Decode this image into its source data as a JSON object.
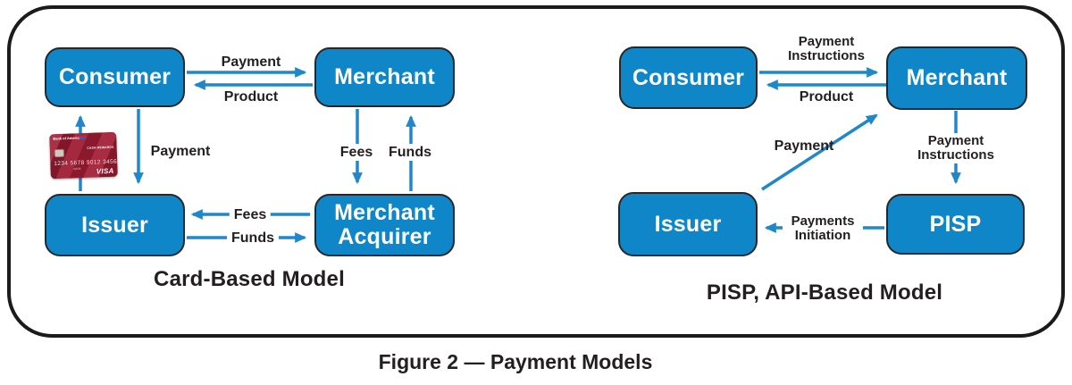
{
  "figure": {
    "caption": "Figure 2 — Payment Models"
  },
  "card_model": {
    "title": "Card-Based Model",
    "nodes": {
      "consumer": "Consumer",
      "merchant": "Merchant",
      "issuer": "Issuer",
      "acquirer": "Merchant Acquirer"
    },
    "labels": {
      "payment_top": "Payment",
      "product": "Product",
      "payment_vertical": "Payment",
      "fees_vertical": "Fees",
      "funds_vertical": "Funds",
      "fees_horizontal": "Fees",
      "funds_horizontal": "Funds"
    },
    "card": {
      "bank": "Bank of America",
      "product_name": "CASH REWARDS",
      "number": "1234 5678 9012 3456",
      "expiry": "08/26",
      "network": "VISA"
    }
  },
  "pisp_model": {
    "title": "PISP, API-Based Model",
    "nodes": {
      "consumer": "Consumer",
      "merchant": "Merchant",
      "issuer": "Issuer",
      "pisp": "PISP"
    },
    "labels": {
      "payment_instructions_top": "Payment Instructions",
      "product": "Product",
      "payment_diagonal": "Payment",
      "payment_instructions_vertical": "Payment Instructions",
      "payments_initiation": "Payments Initiation"
    }
  },
  "colors": {
    "node_fill": "#0f86c8",
    "node_border": "#27272a",
    "arrow": "#1f88cb",
    "label_text": "#231f20",
    "card_red": "#9e1b32"
  }
}
